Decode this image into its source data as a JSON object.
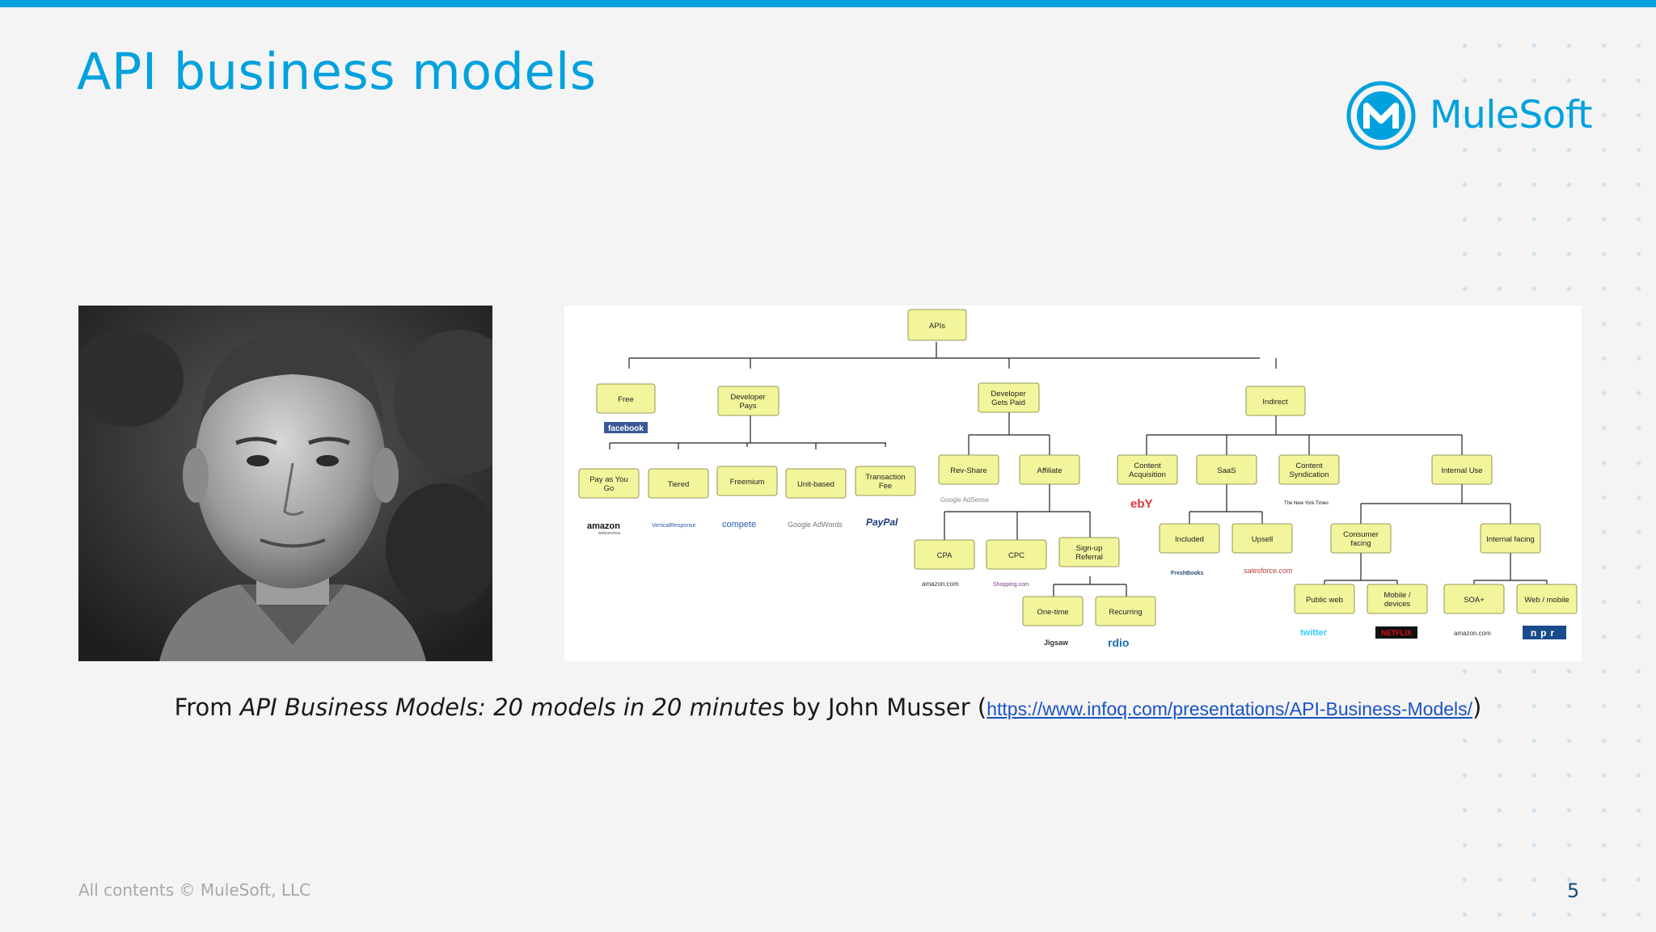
{
  "slide": {
    "title": "API business models",
    "logo_text": "MuleSoft",
    "footer": "All contents © MuleSoft, LLC",
    "page_number": "5"
  },
  "caption": {
    "prefix": "From ",
    "italic_title": "API Business Models: 20 models in 20 minutes",
    "middle": " by John Musser (",
    "link": "https://www.infoq.com/presentations/API-Business-Models/",
    "suffix": ")"
  },
  "photo": {
    "alt": "portrait"
  },
  "diagram": {
    "nodes": {
      "apis": "APIs",
      "free": "Free",
      "dev_pays_1": "Developer",
      "dev_pays_2": "Pays",
      "dev_paid_1": "Developer",
      "dev_paid_2": "Gets Paid",
      "indirect": "Indirect",
      "payg_1": "Pay as You",
      "payg_2": "Go",
      "tiered": "Tiered",
      "freemium": "Freemium",
      "unit": "Unit-based",
      "txn_1": "Transaction",
      "txn_2": "Fee",
      "revshare": "Rev-Share",
      "affiliate": "Affiliate",
      "cpa": "CPA",
      "cpc": "CPC",
      "signup_1": "Sign-up",
      "signup_2": "Referral",
      "onetime": "One-time",
      "recurring": "Recurring",
      "content_acq_1": "Content",
      "content_acq_2": "Acquisition",
      "saas": "SaaS",
      "content_syn_1": "Content",
      "content_syn_2": "Syndication",
      "internal_use": "Internal Use",
      "included": "Included",
      "upsell": "Upsell",
      "consumer_1": "Consumer",
      "consumer_2": "facing",
      "internal_facing": "Internal facing",
      "public_web": "Public web",
      "mobile_1": "Mobile /",
      "mobile_2": "devices",
      "soa": "SOA+",
      "web_mobile": "Web / mobile"
    },
    "brands": {
      "facebook": "facebook",
      "amazon_ws": "amazon",
      "amazon_ws_sub": "webservices",
      "verticalresponse": "VerticalResponse",
      "compete": "compete",
      "adwords": "Google AdWords",
      "paypal": "PayPal",
      "adsense": "Google AdSense",
      "amazon_com": "amazon.com",
      "shopping": "Shopping.com",
      "jigsaw": "Jigsaw",
      "rdio": "rdio",
      "ebay": "ebY",
      "nyt": "The New York Times",
      "freshbooks": "FreshBooks",
      "salesforce": "salesforce.com",
      "twitter": "twitter",
      "netflix": "NETFLIX",
      "amazon_com2": "amazon.com",
      "npr": "npr"
    }
  },
  "colors": {
    "accent": "#00a1df",
    "node_fill": "#f3f59c",
    "page_number": "#1a4b78",
    "link": "#1a53c6"
  }
}
